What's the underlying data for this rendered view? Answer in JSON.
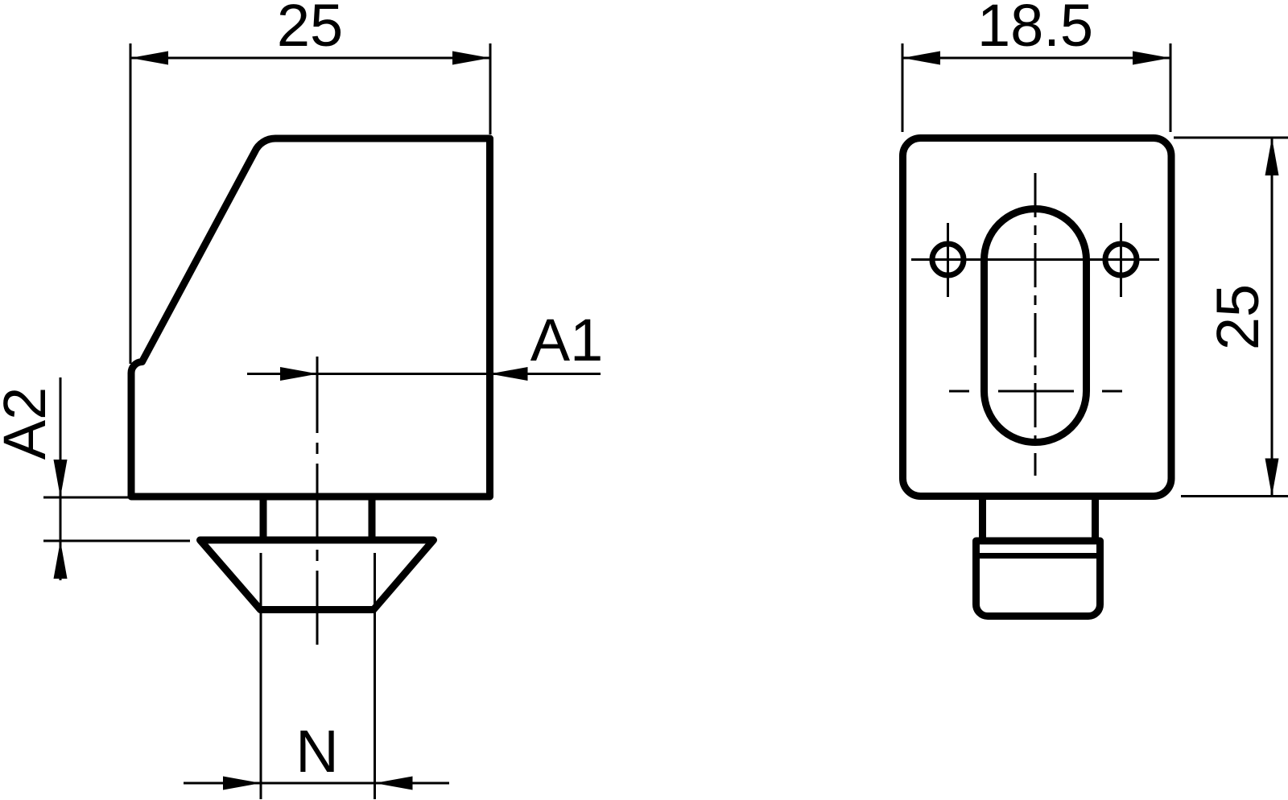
{
  "drawing_type": "technical-drawing-two-views-tslot-nut",
  "colors": {
    "line": "#000000",
    "background": "#ffffff"
  },
  "dimensions": {
    "left_width": "25",
    "a1": "A1",
    "a2": "A2",
    "n": "N",
    "right_width": "18.5",
    "right_height": "25"
  }
}
